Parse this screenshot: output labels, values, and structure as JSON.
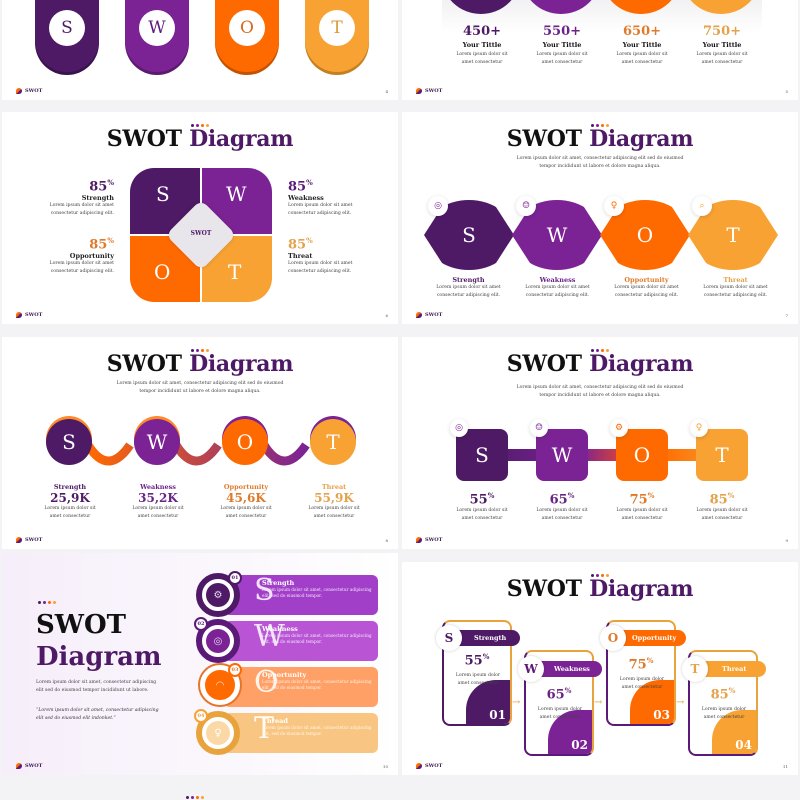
{
  "colors": {
    "s": "#4e1a66",
    "w": "#7b2394",
    "o": "#ff6a00",
    "t": "#f7a233",
    "title_dark": "#111111",
    "title_accent": "#4e1a66"
  },
  "footer": {
    "logo_text": "SWOT"
  },
  "slide4": {
    "page": "4",
    "letters": [
      "S",
      "W",
      "O",
      "T"
    ]
  },
  "slide5": {
    "page": "5",
    "items": [
      {
        "value": "450+",
        "title": "Your Tittle",
        "body": "Lorem ipsum dolor sit amet consectetur"
      },
      {
        "value": "550+",
        "title": "Your Tittle",
        "body": "Lorem ipsum dolor sit amet consectetur"
      },
      {
        "value": "650+",
        "title": "Your Tittle",
        "body": "Lorem ipsum dolor sit amet consectetur"
      },
      {
        "value": "750+",
        "title": "Your Tittle",
        "body": "Lorem ipsum dolor sit amet consectetur"
      }
    ]
  },
  "slide6": {
    "page": "6",
    "title_a": "SWOT",
    "title_b": "Diagram",
    "center_label": "SWOT",
    "letters": [
      "S",
      "W",
      "O",
      "T"
    ],
    "items": [
      {
        "value": "85",
        "unit": "%",
        "label": "Strength",
        "body": "Lorem ipsum dolor sit amet consectetur adipiscing elit."
      },
      {
        "value": "85",
        "unit": "%",
        "label": "Weakness",
        "body": "Lorem ipsum dolor sit amet consectetur adipiscing elit."
      },
      {
        "value": "85",
        "unit": "%",
        "label": "Opportunity",
        "body": "Lorem ipsum dolor sit amet consectetur adipiscing elit."
      },
      {
        "value": "85",
        "unit": "%",
        "label": "Threat",
        "body": "Lorem ipsum dolor sit amet consectetur adipiscing elit."
      }
    ]
  },
  "slide7": {
    "page": "7",
    "title_a": "SWOT",
    "title_b": "Diagram",
    "subtitle": "Lorem ipsum dolor sit amet, consectetur adipiscing elit sed do eiusmod tempor incididunt ut labore et dolore magna aliqua.",
    "items": [
      {
        "letter": "S",
        "icon": "target-icon",
        "label": "Strength",
        "body": "Lorem ipsum dolor sit amet consectetur adipiscing elit."
      },
      {
        "letter": "W",
        "icon": "head-bulb-icon",
        "label": "Weakness",
        "body": "Lorem ipsum dolor sit amet consectetur adipiscing elit."
      },
      {
        "letter": "O",
        "icon": "lightbulb-icon",
        "label": "Opportunity",
        "body": "Lorem ipsum dolor sit amet consectetur adipiscing elit."
      },
      {
        "letter": "T",
        "icon": "search-icon",
        "label": "Threat",
        "body": "Lorem ipsum dolor sit amet consectetur adipiscing elit."
      }
    ]
  },
  "slide8": {
    "page": "8",
    "title_a": "SWOT",
    "title_b": "Diagram",
    "subtitle": "Lorem ipsum dolor sit amet, consectetur adipiscing elit sed do eiusmod tempor incididunt ut labore et dolore magna aliqua.",
    "items": [
      {
        "letter": "S",
        "label": "Strength",
        "value": "25,9K",
        "body": "Lorem ipsum dolor sit amet consectetur"
      },
      {
        "letter": "W",
        "label": "Weakness",
        "value": "35,2K",
        "body": "Lorem ipsum dolor sit amet consectetur"
      },
      {
        "letter": "O",
        "label": "Opportunity",
        "value": "45,6K",
        "body": "Lorem ipsum dolor sit amet consectetur"
      },
      {
        "letter": "T",
        "label": "Threat",
        "value": "55,9K",
        "body": "Lorem ipsum dolor sit amet consectetur"
      }
    ]
  },
  "slide9": {
    "page": "9",
    "title_a": "SWOT",
    "title_b": "Diagram",
    "subtitle": "Lorem ipsum dolor sit amet, consectetur adipiscing elit sed do eiusmod tempor incididunt ut labore et dolore magna aliqua.",
    "items": [
      {
        "letter": "S",
        "icon": "target-icon",
        "value": "55",
        "unit": "%",
        "body": "Lorem ipsum dolor sit amet consectetur"
      },
      {
        "letter": "W",
        "icon": "head-bulb-icon",
        "value": "65",
        "unit": "%",
        "body": "Lorem ipsum dolor sit amet consectetur"
      },
      {
        "letter": "O",
        "icon": "gear-icon",
        "value": "75",
        "unit": "%",
        "body": "Lorem ipsum dolor sit amet consectetur"
      },
      {
        "letter": "T",
        "icon": "lightbulb-icon",
        "value": "85",
        "unit": "%",
        "body": "Lorem ipsum dolor sit amet consectetur"
      }
    ]
  },
  "slide10": {
    "page": "10",
    "title_a": "SWOT",
    "title_b": "Diagram",
    "body": "Lorem ipsum dolor sit amet, consectetur adipiscing elit sed do eiusmod tempor incididunt ut labore.",
    "quote": "“Lorem ipsum dolor sit amet, consectetur adipiscing elit sed do eiusmod elit indonket.”",
    "items": [
      {
        "num": "01",
        "letter": "S",
        "icon": "gear-icon",
        "label": "Strength",
        "body": "Lorem ipsum dolor sit amet, consectetur adipiscing elit, sed do eiusmod tempor."
      },
      {
        "num": "02",
        "letter": "W",
        "icon": "target-icon",
        "label": "Weakness",
        "body": "Lorem ipsum dolor sit amet, consectetur adipiscing elit, sed do eiusmod tempor."
      },
      {
        "num": "03",
        "letter": "O",
        "icon": "speedometer-icon",
        "label": "Opportunity",
        "body": "Lorem ipsum dolor sit amet, consectetur adipiscing elit, sed do eiusmod tempor."
      },
      {
        "num": "04",
        "letter": "T",
        "icon": "lightbulb-icon",
        "label": "Thread",
        "body": "Lorem ipsum dolor sit amet, consectetur adipiscing elit, sed do eiusmod tempor."
      }
    ]
  },
  "slide11": {
    "page": "11",
    "title_a": "SWOT",
    "title_b": "Diagram",
    "items": [
      {
        "letter": "S",
        "label": "Strength",
        "value": "55",
        "unit": "%",
        "body": "Lorem ipsum dolor amet consectetur",
        "num": "01"
      },
      {
        "letter": "W",
        "label": "Weakness",
        "value": "65",
        "unit": "%",
        "body": "Lorem ipsum dolor amet consectetur",
        "num": "02"
      },
      {
        "letter": "O",
        "label": "Opportunity",
        "value": "75",
        "unit": "%",
        "body": "Lorem ipsum dolor amet consectetur",
        "num": "03"
      },
      {
        "letter": "T",
        "label": "Threat",
        "value": "85",
        "unit": "%",
        "body": "Lorem ipsum dolor amet consectetur",
        "num": "04"
      }
    ]
  }
}
